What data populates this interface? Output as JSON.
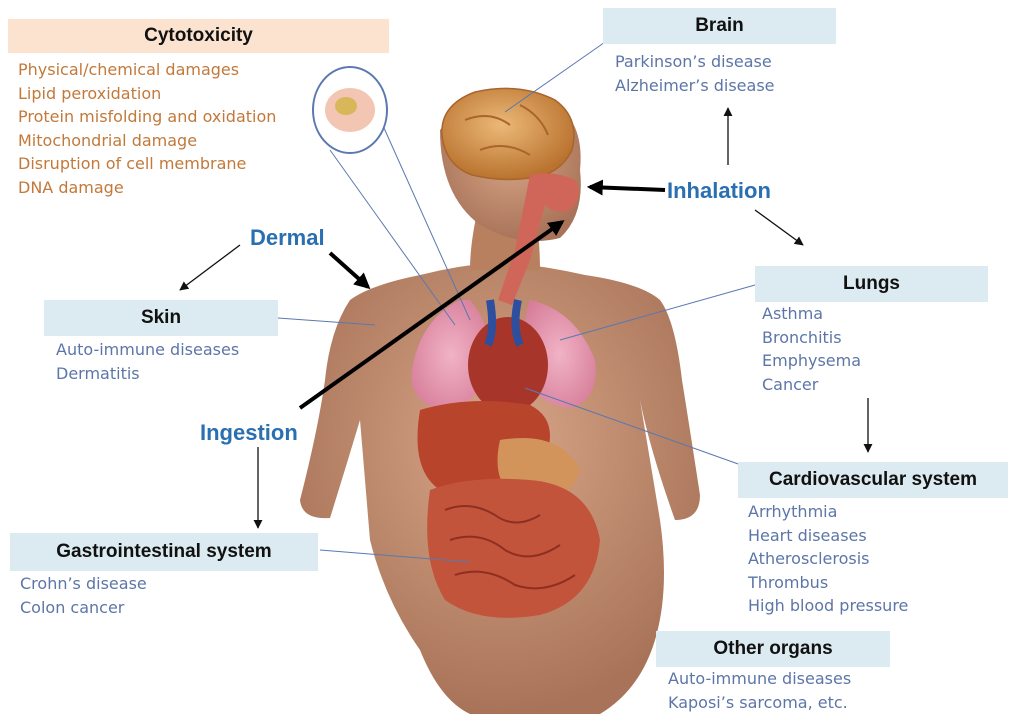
{
  "cytotoxicity": {
    "title": "Cytotoxicity",
    "items": [
      "Physical/chemical damages",
      "Lipid peroxidation",
      "Protein misfolding and oxidation",
      "Mitochondrial damage",
      "Disruption of cell membrane",
      "DNA damage"
    ]
  },
  "brain": {
    "title": "Brain",
    "items": [
      "Parkinson’s disease",
      "Alzheimer’s disease"
    ]
  },
  "skin": {
    "title": "Skin",
    "items": [
      "Auto-immune diseases",
      "Dermatitis"
    ]
  },
  "lungs": {
    "title": "Lungs",
    "items": [
      "Asthma",
      "Bronchitis",
      "Emphysema",
      "Cancer"
    ]
  },
  "cardiovascular": {
    "title": "Cardiovascular system",
    "items": [
      "Arrhythmia",
      "Heart diseases",
      "Atherosclerosis",
      "Thrombus",
      "High blood pressure"
    ]
  },
  "gastrointestinal": {
    "title": "Gastrointestinal system",
    "items": [
      "Crohn’s disease",
      "Colon cancer"
    ]
  },
  "other": {
    "title": "Other organs",
    "items": [
      "Auto-immune diseases",
      "Kaposi’s sarcoma, etc."
    ]
  },
  "routes": {
    "inhalation": "Inhalation",
    "dermal": "Dermal",
    "ingestion": "Ingestion"
  },
  "colors": {
    "box_blue": "#dcebf1",
    "box_peach": "#fbe3cf",
    "route_text": "#2a6fb0",
    "disease_text": "#5c76a8",
    "cytotoxicity_text": "#c2793a",
    "skin": "#c99374",
    "lung": "#e79cb3",
    "liver": "#b8442c",
    "heart": "#a8352a",
    "brain": "#d99a5a"
  }
}
